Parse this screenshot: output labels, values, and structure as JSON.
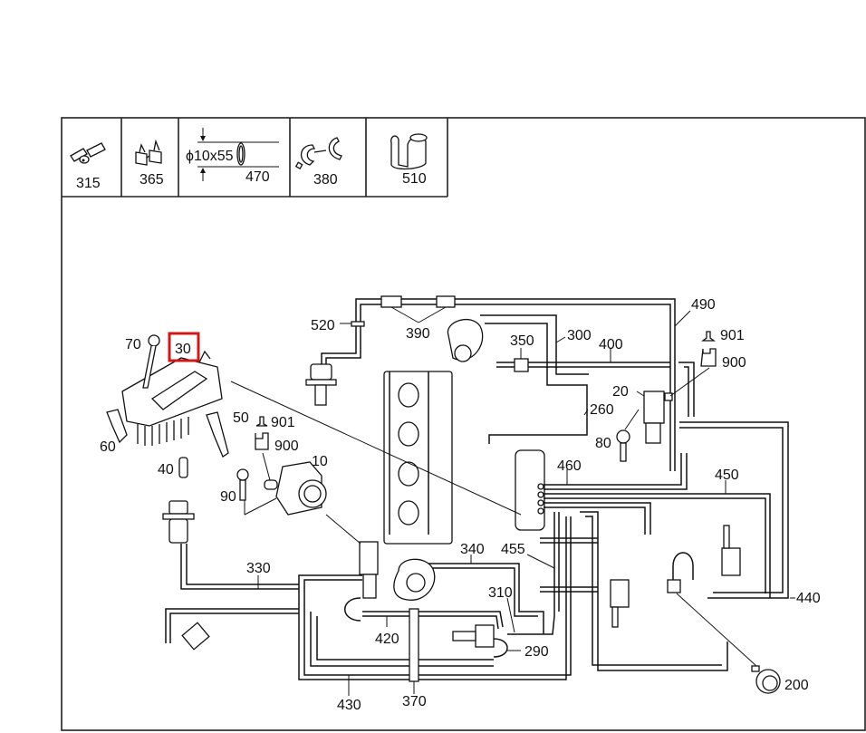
{
  "legend": {
    "items": [
      {
        "number": "315",
        "icon": "hose-connector-icon"
      },
      {
        "number": "365",
        "icon": "double-clip-icon"
      },
      {
        "number": "470",
        "icon": "hose-section-icon",
        "dimension": "ϕ10x55"
      },
      {
        "number": "380",
        "icon": "hose-clamp-icon"
      },
      {
        "number": "510",
        "icon": "hose-holder-icon"
      }
    ]
  },
  "highlight": {
    "part": "30",
    "color": "#d01818"
  },
  "callouts": {
    "c10": "10",
    "c20": "20",
    "c30": "30",
    "c40": "40",
    "c50": "50",
    "c60": "60",
    "c70": "70",
    "c80": "80",
    "c90": "90",
    "c200": "200",
    "c260": "260",
    "c290": "290",
    "c300": "300",
    "c310": "310",
    "c330": "330",
    "c340": "340",
    "c350": "350",
    "c370": "370",
    "c390": "390",
    "c400": "400",
    "c420": "420",
    "c430": "430",
    "c440": "440",
    "c450": "450",
    "c455": "455",
    "c460": "460",
    "c490": "490",
    "c520": "520",
    "c900a": "900",
    "c901a": "901",
    "c900b": "900",
    "c901b": "901"
  }
}
